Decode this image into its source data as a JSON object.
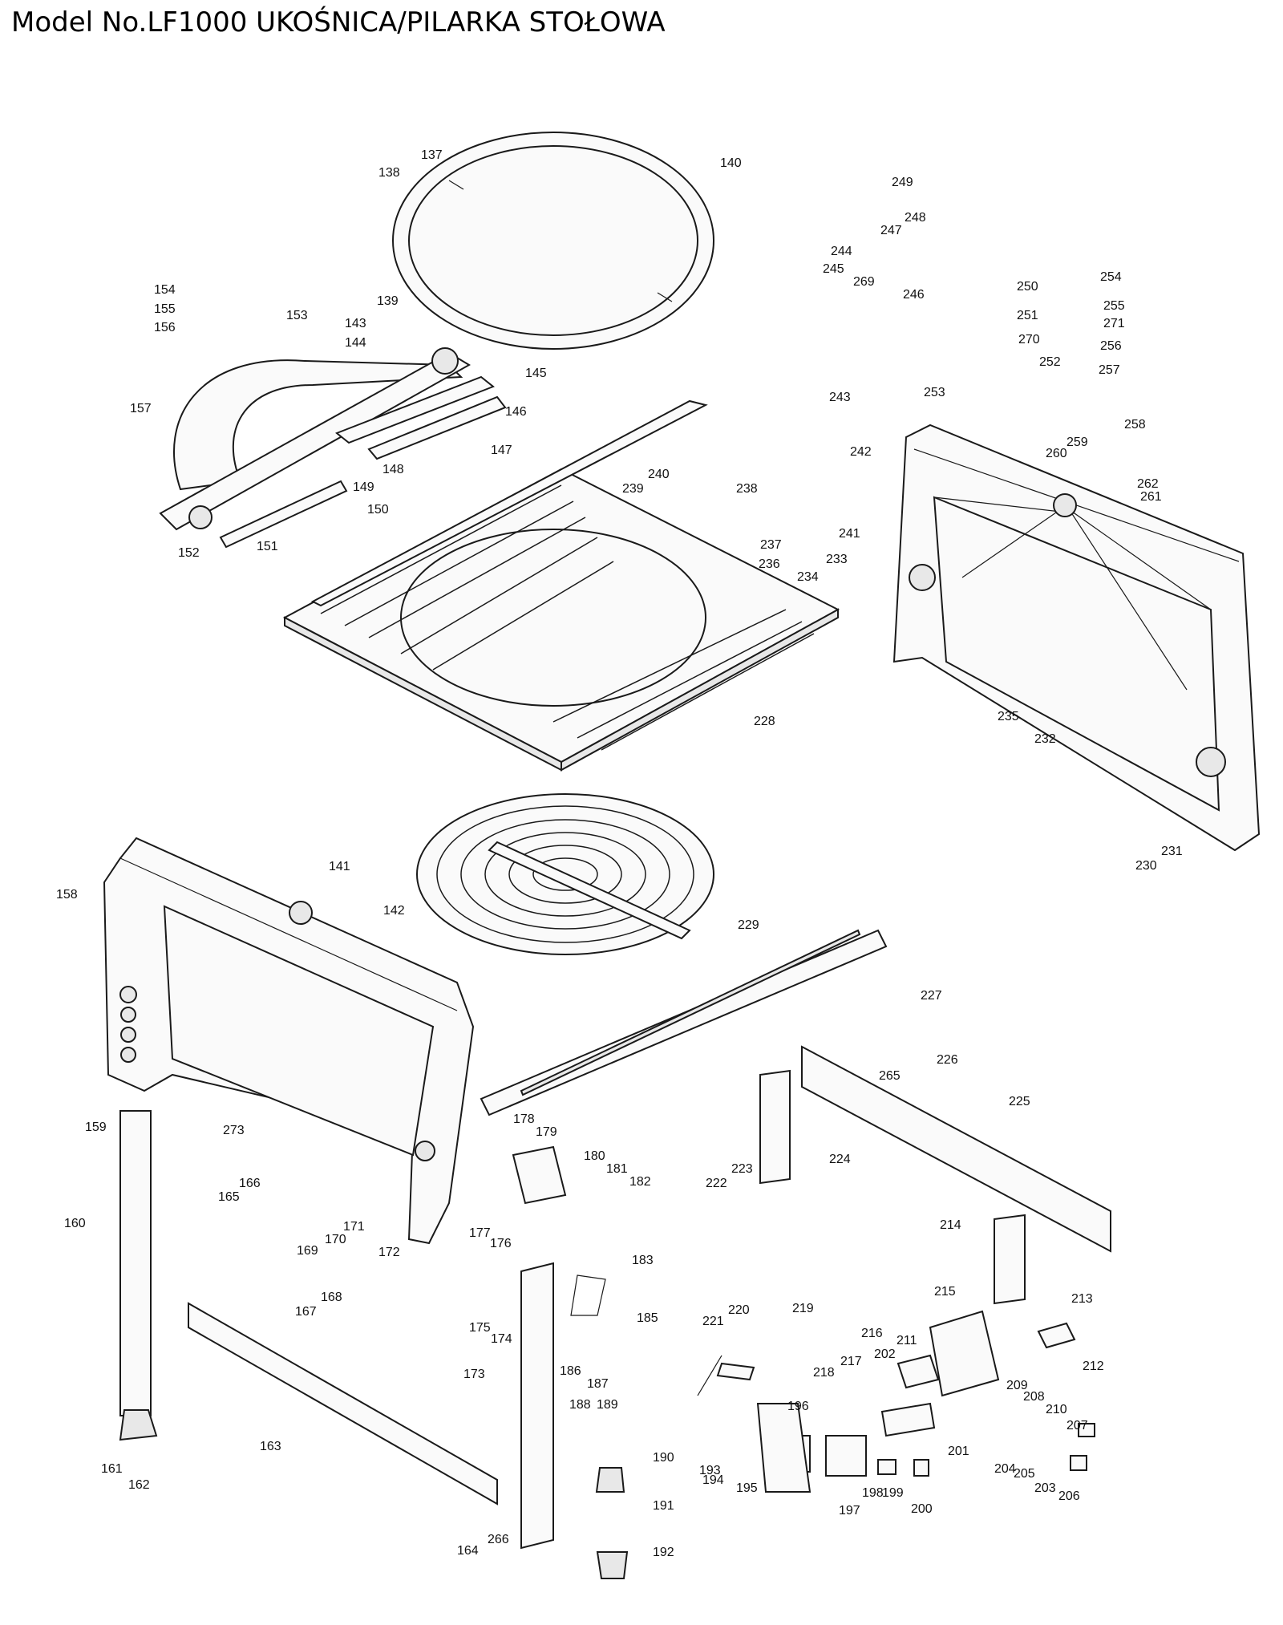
{
  "title": "Model No.LF1000 UKOŚNICA/PILARKA STOŁOWA",
  "part_numbers": [
    "137",
    "138",
    "139",
    "140",
    "141",
    "142",
    "143",
    "144",
    "145",
    "146",
    "147",
    "148",
    "149",
    "150",
    "151",
    "152",
    "153",
    "154",
    "155",
    "156",
    "157",
    "158",
    "159",
    "160",
    "161",
    "162",
    "163",
    "164",
    "165",
    "166",
    "167",
    "168",
    "169",
    "170",
    "171",
    "172",
    "173",
    "174",
    "175",
    "176",
    "177",
    "178",
    "179",
    "180",
    "181",
    "182",
    "183",
    "185",
    "186",
    "187",
    "188",
    "189",
    "190",
    "191",
    "192",
    "193",
    "194",
    "195",
    "196",
    "197",
    "198",
    "199",
    "200",
    "201",
    "202",
    "203",
    "204",
    "205",
    "206",
    "207",
    "208",
    "209",
    "210",
    "211",
    "212",
    "213",
    "214",
    "215",
    "216",
    "217",
    "218",
    "219",
    "220",
    "221",
    "222",
    "223",
    "224",
    "225",
    "226",
    "227",
    "228",
    "229",
    "230",
    "231",
    "232",
    "233",
    "234",
    "235",
    "236",
    "237",
    "238",
    "239",
    "240",
    "241",
    "242",
    "243",
    "244",
    "245",
    "246",
    "247",
    "248",
    "249",
    "250",
    "251",
    "252",
    "253",
    "254",
    "255",
    "256",
    "257",
    "258",
    "259",
    "260",
    "261",
    "262",
    "265",
    "266",
    "269",
    "270",
    "271",
    "273"
  ]
}
